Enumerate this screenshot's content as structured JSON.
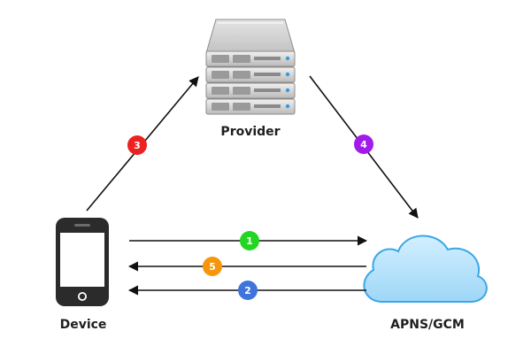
{
  "nodes": {
    "provider": {
      "label": "Provider",
      "icon": "server-icon"
    },
    "device": {
      "label": "Device",
      "icon": "smartphone-icon"
    },
    "apns_gcm": {
      "label": "APNS/GCM",
      "icon": "cloud-icon"
    }
  },
  "steps": [
    {
      "number": "1",
      "from": "device",
      "to": "apns_gcm",
      "color": "#22d622"
    },
    {
      "number": "2",
      "from": "apns_gcm",
      "to": "device",
      "color": "#3f74dd"
    },
    {
      "number": "3",
      "from": "device",
      "to": "provider",
      "color": "#ec2121"
    },
    {
      "number": "4",
      "from": "provider",
      "to": "apns_gcm",
      "color": "#a11bea"
    },
    {
      "number": "5",
      "from": "apns_gcm",
      "to": "device",
      "color": "#f5960b"
    }
  ],
  "colors": {
    "arrow": "#111111",
    "cloud_fill": "#aee0fb",
    "cloud_stroke": "#3aa7e6",
    "phone_body": "#2b2b2b",
    "server_body": "#cfcfcf"
  }
}
